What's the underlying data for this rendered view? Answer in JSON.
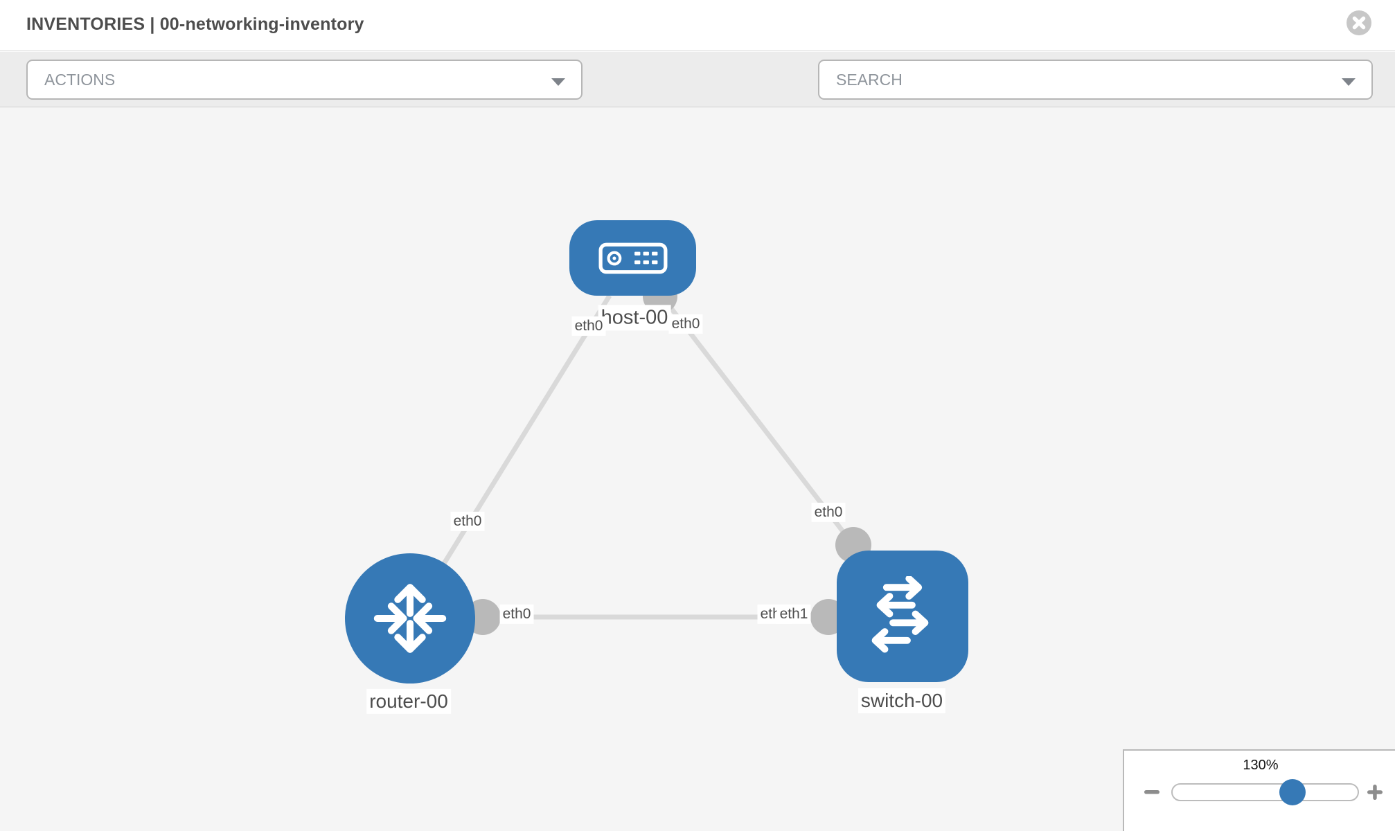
{
  "header": {
    "title": "INVENTORIES | 00-networking-inventory",
    "close_icon": "circle-x-icon"
  },
  "toolbar": {
    "actions_label": "ACTIONS",
    "search_placeholder": "SEARCH",
    "icons": [
      "wrench-icon",
      "key-icon"
    ]
  },
  "topology": {
    "nodes": [
      {
        "label": "host-00",
        "type": "host"
      },
      {
        "label": "router-00",
        "type": "router"
      },
      {
        "label": "switch-00",
        "type": "switch"
      }
    ],
    "links": [
      {
        "from": "host-00",
        "to": "router-00"
      },
      {
        "from": "host-00",
        "to": "switch-00"
      },
      {
        "from": "router-00",
        "to": "switch-00"
      }
    ],
    "iface_labels": [
      {
        "text": "eth0"
      },
      {
        "text": "eth0"
      },
      {
        "text": "eth0"
      },
      {
        "text": "eth0"
      },
      {
        "text": "eth0"
      },
      {
        "text": "eth0"
      },
      {
        "text": "eth1"
      }
    ]
  },
  "zoom_control": {
    "value": "130%"
  },
  "colors": {
    "node_blue": "#3679b6",
    "port_gray": "#b9b9b9",
    "link_gray": "#d9d9d9",
    "canvas_bg": "#f5f5f5",
    "toolbar_bg": "#ececec"
  }
}
